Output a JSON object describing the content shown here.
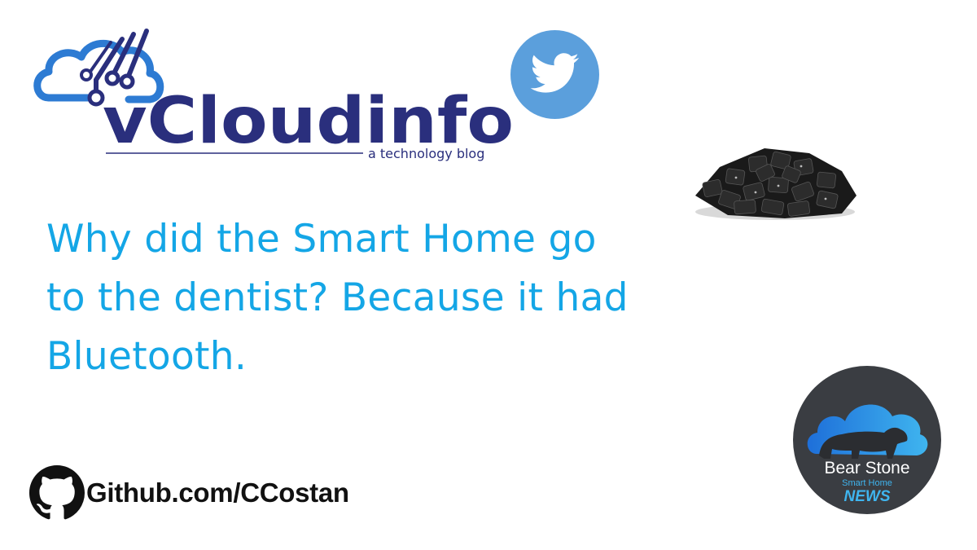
{
  "logo": {
    "name": "vCloudinfo",
    "tagline": "a technology blog",
    "colors": {
      "navy": "#2a2f7d",
      "blue": "#2d7bd3"
    }
  },
  "joke": {
    "text": "Why did the Smart Home go to the dentist? Because it had Bluetooth.",
    "color": "#14a6e6"
  },
  "github": {
    "label": "Github.com/CCostan",
    "icon": "github-icon"
  },
  "twitter": {
    "icon": "twitter-bird-icon",
    "color": "#5b9fdc"
  },
  "bearstone": {
    "line1": "Bear Stone",
    "line2": "Smart Home",
    "line3": "NEWS"
  }
}
